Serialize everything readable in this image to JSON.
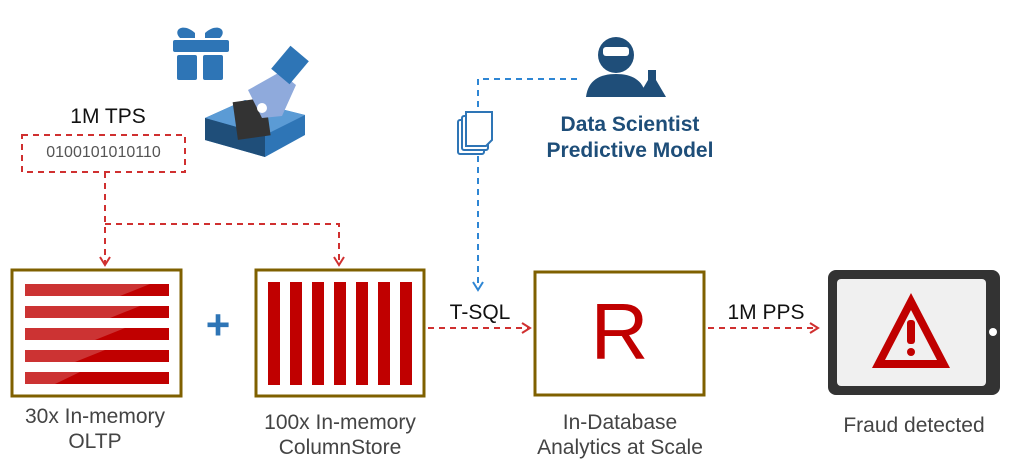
{
  "diagram": {
    "labels": {
      "tps": "1M TPS",
      "binary": "0100101010110",
      "data_scientist_line1": "Data Scientist",
      "data_scientist_line2": "Predictive Model",
      "tsql": "T-SQL",
      "pps": "1M PPS",
      "plus": "+",
      "r_letter": "R"
    },
    "nodes": [
      {
        "id": "oltp",
        "line1": "30x In-memory",
        "line2": "OLTP"
      },
      {
        "id": "columnstore",
        "line1": "100x In-memory",
        "line2": "ColumnStore"
      },
      {
        "id": "analytics",
        "line1": "In-Database",
        "line2": "Analytics at Scale"
      },
      {
        "id": "fraud",
        "line1": "Fraud detected",
        "line2": ""
      }
    ],
    "colors": {
      "red": "#c00000",
      "box_border": "#7f6000",
      "blue_dash": "#2e86d4",
      "navy": "#1e4e79",
      "icon_blue": "#2e75b6"
    }
  }
}
